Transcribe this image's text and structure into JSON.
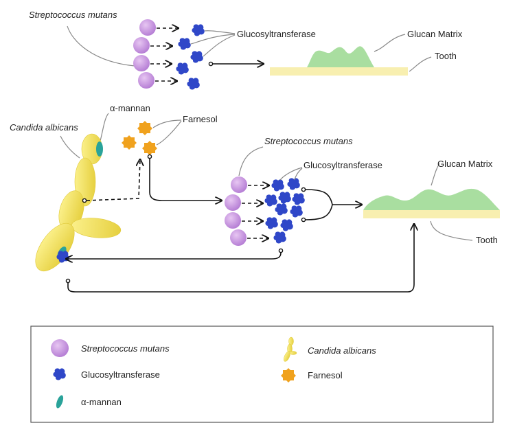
{
  "top": {
    "bacteria_label": "Streptococcus mutans",
    "enzyme_label": "Glucosyltransferase",
    "matrix_label": "Glucan Matrix",
    "tooth_label": "Tooth"
  },
  "middle": {
    "fungus_label": "Candida albicans",
    "mannan_label": "α-mannan",
    "farnesol_label": "Farnesol",
    "bacteria_label": "Streptococcus mutans",
    "enzyme_label": "Glucosyltransferase",
    "matrix_label": "Glucan Matrix",
    "tooth_label": "Tooth"
  },
  "legend": {
    "items": [
      {
        "label": "Streptococcus mutans",
        "icon": "bacterium-icon"
      },
      {
        "label": "Glucosyltransferase",
        "icon": "enzyme-icon"
      },
      {
        "label": "α-mannan",
        "icon": "mannan-icon"
      },
      {
        "label": "Candida albicans",
        "icon": "yeast-icon"
      },
      {
        "label": "Farnesol",
        "icon": "farnesol-icon"
      }
    ]
  },
  "colors": {
    "bacterium": "#c795e0",
    "enzyme": "#2f47c8",
    "mannan": "#2aa39a",
    "yeast": "#f2e15c",
    "farnesol": "#f0a21e",
    "matrix": "#a9dea0",
    "tooth": "#f8efb0"
  }
}
